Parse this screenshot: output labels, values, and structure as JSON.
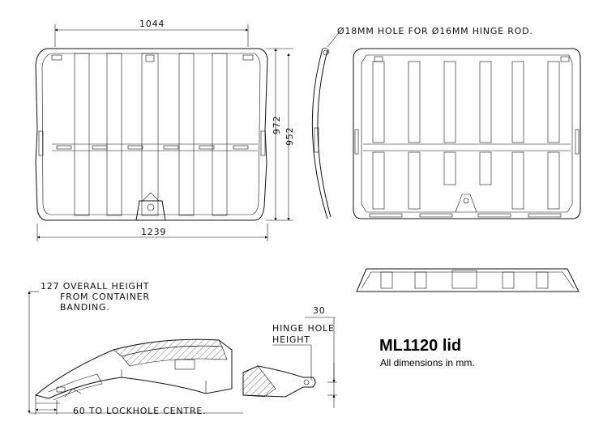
{
  "drawing": {
    "title": "ML1120 lid",
    "subtitle": "All dimensions in mm.",
    "dimensions": {
      "top_width": "1044",
      "bottom_width": "1239",
      "outer_height": "972",
      "inner_height": "952",
      "hinge_offset": "30"
    },
    "notes": {
      "hinge_hole": "Ø18MM HOLE FOR Ø16MM HINGE ROD.",
      "overall_height_line1": "127 OVERALL HEIGHT",
      "overall_height_line2": "FROM CONTAINER",
      "overall_height_line3": "BANDING.",
      "hinge_height_line1": "HINGE HOLE",
      "hinge_height_line2": "HEIGHT",
      "lockhole": "60 TO LOCKHOLE CENTRE."
    }
  }
}
